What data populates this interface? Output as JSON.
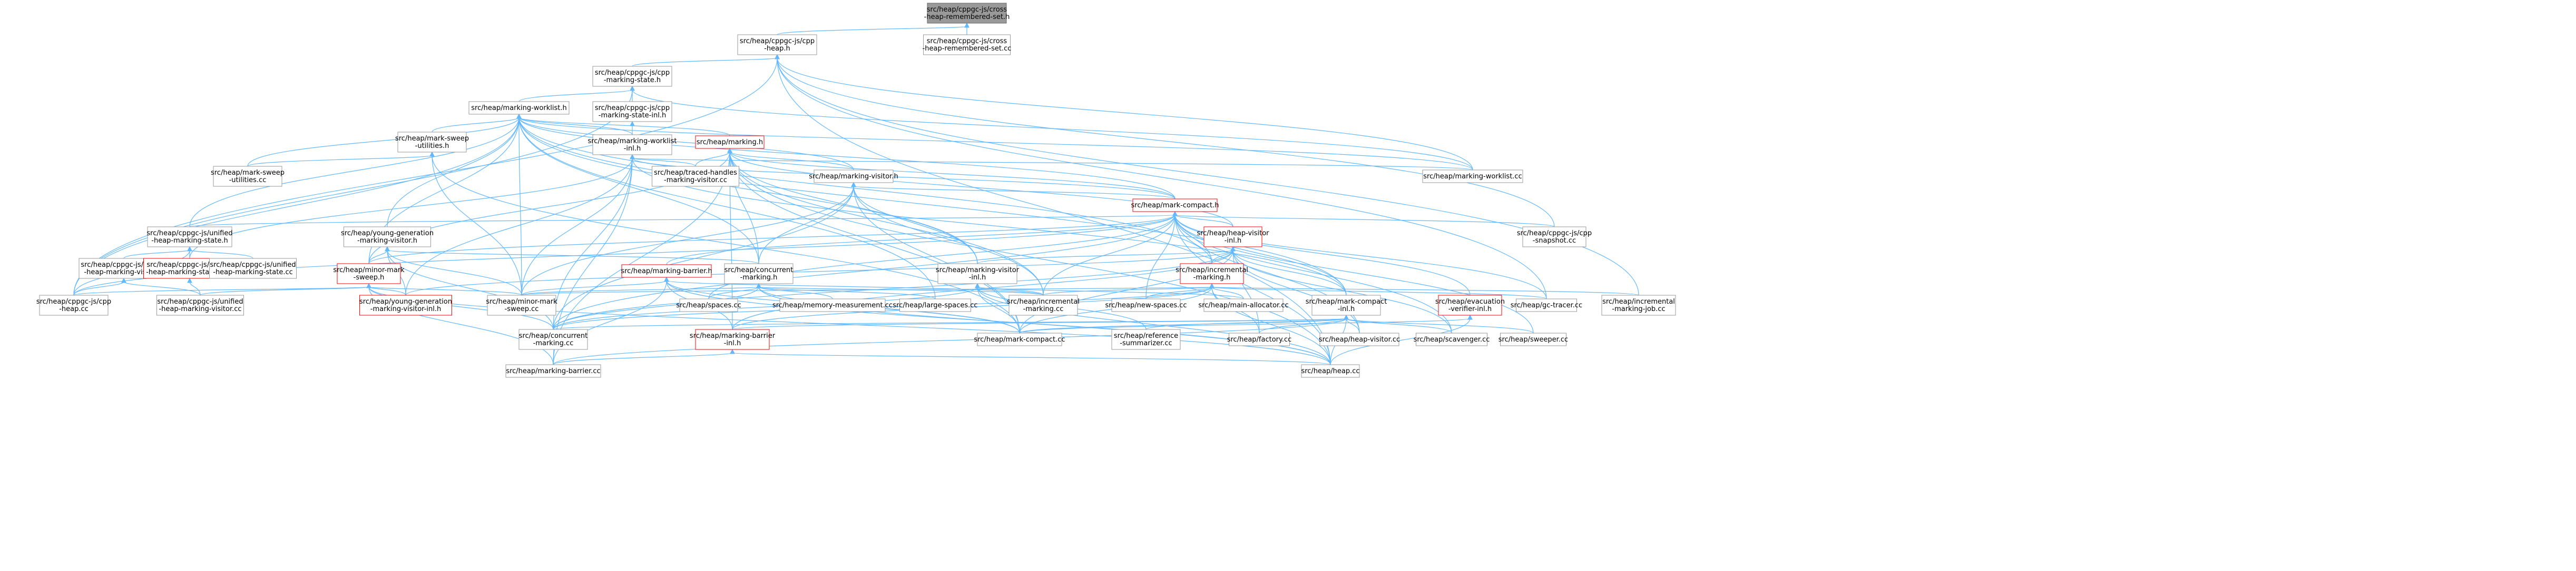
{
  "colors": {
    "background": "#ffffff",
    "node_fill": "#ffffff",
    "node_border": "#999999",
    "root_fill": "#999999",
    "root_border": "#666666",
    "red_border": "#ff0000",
    "edge": "#63b8ff",
    "text": "#000000"
  },
  "graph": {
    "nodes": [
      {
        "id": "root",
        "lines": [
          "src/heap/cppgc-js/cross",
          "-heap-remembered-set.h"
        ],
        "style": "root"
      },
      {
        "id": "cppgcjs_heap_h",
        "lines": [
          "src/heap/cppgc-js/cpp",
          "-heap.h"
        ],
        "style": "normal"
      },
      {
        "id": "remembered_cc",
        "lines": [
          "src/heap/cppgc-js/cross",
          "-heap-remembered-set.cc"
        ],
        "style": "normal"
      },
      {
        "id": "marking_state_h",
        "lines": [
          "src/heap/cppgc-js/cpp",
          "-marking-state.h"
        ],
        "style": "normal"
      },
      {
        "id": "marking_state_inl_h",
        "lines": [
          "src/heap/cppgc-js/cpp",
          "-marking-state-inl.h"
        ],
        "style": "normal"
      },
      {
        "id": "marking_worklist_h",
        "lines": [
          "src/heap/marking-worklist.h"
        ],
        "style": "normal"
      },
      {
        "id": "mark_sweep_util_h",
        "lines": [
          "src/heap/mark-sweep",
          "-utilities.h"
        ],
        "style": "normal"
      },
      {
        "id": "marking_worklist_inl_h",
        "lines": [
          "src/heap/marking-worklist",
          "-inl.h"
        ],
        "style": "normal"
      },
      {
        "id": "marking_h",
        "lines": [
          "src/heap/marking.h"
        ],
        "style": "red"
      },
      {
        "id": "mark_sweep_util_cc",
        "lines": [
          "src/heap/mark-sweep",
          "-utilities.cc"
        ],
        "style": "normal"
      },
      {
        "id": "traced_handles_cc",
        "lines": [
          "src/heap/traced-handles",
          "-marking-visitor.cc"
        ],
        "style": "normal"
      },
      {
        "id": "marking_visitor_h",
        "lines": [
          "src/heap/marking-visitor.h"
        ],
        "style": "normal"
      },
      {
        "id": "marking_worklist_cc",
        "lines": [
          "src/heap/marking-worklist.cc"
        ],
        "style": "normal"
      },
      {
        "id": "mark_compact_h",
        "lines": [
          "src/heap/mark-compact.h"
        ],
        "style": "red"
      },
      {
        "id": "unified_state_h",
        "lines": [
          "src/heap/cppgc-js/unified",
          "-heap-marking-state.h"
        ],
        "style": "normal"
      },
      {
        "id": "young_gen_visitor_h",
        "lines": [
          "src/heap/young-generation",
          "-marking-visitor.h"
        ],
        "style": "normal"
      },
      {
        "id": "heap_visitor_inl_h",
        "lines": [
          "src/heap/heap-visitor",
          "-inl.h"
        ],
        "style": "red"
      },
      {
        "id": "snapshot_cc",
        "lines": [
          "src/heap/cppgc-js/cpp",
          "-snapshot.cc"
        ],
        "style": "normal"
      },
      {
        "id": "unified_visitor_h",
        "lines": [
          "src/heap/cppgc-js/unified",
          "-heap-marking-visitor.h"
        ],
        "style": "normal"
      },
      {
        "id": "unified_state_inl_h",
        "lines": [
          "src/heap/cppgc-js/unified",
          "-heap-marking-state-inl.h"
        ],
        "style": "red"
      },
      {
        "id": "unified_state_cc",
        "lines": [
          "src/heap/cppgc-js/unified",
          "-heap-marking-state.cc"
        ],
        "style": "normal"
      },
      {
        "id": "minor_mark_sweep_h",
        "lines": [
          "src/heap/minor-mark",
          "-sweep.h"
        ],
        "style": "red"
      },
      {
        "id": "marking_barrier_h",
        "lines": [
          "src/heap/marking-barrier.h"
        ],
        "style": "red"
      },
      {
        "id": "concurrent_marking_h",
        "lines": [
          "src/heap/concurrent",
          "-marking.h"
        ],
        "style": "normal"
      },
      {
        "id": "marking_visitor_inl_h",
        "lines": [
          "src/heap/marking-visitor",
          "-inl.h"
        ],
        "style": "normal"
      },
      {
        "id": "incremental_marking_h",
        "lines": [
          "src/heap/incremental",
          "-marking.h"
        ],
        "style": "red"
      },
      {
        "id": "cpp_heap_cc",
        "lines": [
          "src/heap/cppgc-js/cpp",
          "-heap.cc"
        ],
        "style": "normal"
      },
      {
        "id": "unified_visitor_cc",
        "lines": [
          "src/heap/cppgc-js/unified",
          "-heap-marking-visitor.cc"
        ],
        "style": "normal"
      },
      {
        "id": "young_gen_visitor_inl_h",
        "lines": [
          "src/heap/young-generation",
          "-marking-visitor-inl.h"
        ],
        "style": "red"
      },
      {
        "id": "minor_mark_sweep_cc",
        "lines": [
          "src/heap/minor-mark",
          "-sweep.cc"
        ],
        "style": "normal"
      },
      {
        "id": "spaces_cc",
        "lines": [
          "src/heap/spaces.cc"
        ],
        "style": "normal"
      },
      {
        "id": "memory_measurement_cc",
        "lines": [
          "src/heap/memory-measurement.cc"
        ],
        "style": "normal"
      },
      {
        "id": "large_spaces_cc",
        "lines": [
          "src/heap/large-spaces.cc"
        ],
        "style": "normal"
      },
      {
        "id": "incremental_marking_cc",
        "lines": [
          "src/heap/incremental",
          "-marking.cc"
        ],
        "style": "normal"
      },
      {
        "id": "new_spaces_cc",
        "lines": [
          "src/heap/new-spaces.cc"
        ],
        "style": "normal"
      },
      {
        "id": "main_allocator_cc",
        "lines": [
          "src/heap/main-allocator.cc"
        ],
        "style": "normal"
      },
      {
        "id": "gc_tracer_cc",
        "lines": [
          "src/heap/gc-tracer.cc"
        ],
        "style": "normal"
      },
      {
        "id": "incremental_marking_job_cc",
        "lines": [
          "src/heap/incremental",
          "-marking-job.cc"
        ],
        "style": "normal"
      },
      {
        "id": "mark_compact_inl_h",
        "lines": [
          "src/heap/mark-compact",
          "-inl.h"
        ],
        "style": "normal"
      },
      {
        "id": "evacuation_verifier_inl_h",
        "lines": [
          "src/heap/evacuation",
          "-verifier-inl.h"
        ],
        "style": "red"
      },
      {
        "id": "concurrent_marking_cc",
        "lines": [
          "src/heap/concurrent",
          "-marking.cc"
        ],
        "style": "normal"
      },
      {
        "id": "marking_barrier_inl_h",
        "lines": [
          "src/heap/marking-barrier",
          "-inl.h"
        ],
        "style": "red"
      },
      {
        "id": "mark_compact_cc",
        "lines": [
          "src/heap/mark-compact.cc"
        ],
        "style": "normal"
      },
      {
        "id": "reference_summarizer_cc",
        "lines": [
          "src/heap/reference",
          "-summarizer.cc"
        ],
        "style": "normal"
      },
      {
        "id": "factory_cc",
        "lines": [
          "src/heap/factory.cc"
        ],
        "style": "normal"
      },
      {
        "id": "heap_visitor_cc",
        "lines": [
          "src/heap/heap-visitor.cc"
        ],
        "style": "normal"
      },
      {
        "id": "scavenger_cc",
        "lines": [
          "src/heap/scavenger.cc"
        ],
        "style": "normal"
      },
      {
        "id": "sweeper_cc",
        "lines": [
          "src/heap/sweeper.cc"
        ],
        "style": "normal"
      },
      {
        "id": "marking_barrier_cc",
        "lines": [
          "src/heap/marking-barrier.cc"
        ],
        "style": "normal"
      },
      {
        "id": "heap_cc",
        "lines": [
          "src/heap/heap.cc"
        ],
        "style": "normal"
      }
    ],
    "edges": [
      [
        "cppgcjs_heap_h",
        "root"
      ],
      [
        "remembered_cc",
        "root"
      ],
      [
        "marking_state_h",
        "cppgcjs_heap_h"
      ],
      [
        "cpp_heap_cc",
        "cppgcjs_heap_h"
      ],
      [
        "marking_worklist_cc",
        "cppgcjs_heap_h"
      ],
      [
        "snapshot_cc",
        "cppgcjs_heap_h"
      ],
      [
        "gc_tracer_cc",
        "cppgcjs_heap_h"
      ],
      [
        "incremental_marking_job_cc",
        "cppgcjs_heap_h"
      ],
      [
        "heap_cc",
        "cppgcjs_heap_h"
      ],
      [
        "marking_state_inl_h",
        "marking_state_h"
      ],
      [
        "marking_worklist_h",
        "marking_state_h"
      ],
      [
        "cpp_heap_cc",
        "marking_state_h"
      ],
      [
        "marking_worklist_cc",
        "marking_state_h"
      ],
      [
        "marking_worklist_inl_h",
        "marking_state_inl_h"
      ],
      [
        "mark_sweep_util_h",
        "marking_worklist_h"
      ],
      [
        "marking_worklist_inl_h",
        "marking_worklist_h"
      ],
      [
        "marking_h",
        "marking_worklist_h"
      ],
      [
        "mark_sweep_util_cc",
        "marking_worklist_h"
      ],
      [
        "marking_visitor_h",
        "marking_worklist_h"
      ],
      [
        "marking_worklist_cc",
        "marking_worklist_h"
      ],
      [
        "mark_compact_h",
        "marking_worklist_h"
      ],
      [
        "unified_state_h",
        "marking_worklist_h"
      ],
      [
        "young_gen_visitor_h",
        "marking_worklist_h"
      ],
      [
        "minor_mark_sweep_h",
        "marking_worklist_h"
      ],
      [
        "concurrent_marking_h",
        "marking_worklist_h"
      ],
      [
        "marking_visitor_inl_h",
        "marking_worklist_h"
      ],
      [
        "cpp_heap_cc",
        "marking_worklist_h"
      ],
      [
        "minor_mark_sweep_cc",
        "marking_worklist_h"
      ],
      [
        "incremental_marking_h",
        "marking_worklist_h"
      ],
      [
        "mark_compact_inl_h",
        "marking_worklist_h"
      ],
      [
        "large_spaces_cc",
        "marking_worklist_h"
      ],
      [
        "mark_sweep_util_cc",
        "mark_sweep_util_h"
      ],
      [
        "minor_mark_sweep_cc",
        "mark_sweep_util_h"
      ],
      [
        "mark_compact_cc",
        "mark_sweep_util_h"
      ],
      [
        "traced_handles_cc",
        "marking_worklist_inl_h"
      ],
      [
        "marking_worklist_cc",
        "marking_worklist_inl_h"
      ],
      [
        "mark_compact_h",
        "marking_worklist_inl_h"
      ],
      [
        "unified_state_inl_h",
        "marking_worklist_inl_h"
      ],
      [
        "young_gen_visitor_inl_h",
        "marking_worklist_inl_h"
      ],
      [
        "minor_mark_sweep_cc",
        "marking_worklist_inl_h"
      ],
      [
        "concurrent_marking_cc",
        "marking_worklist_inl_h"
      ],
      [
        "mark_compact_inl_h",
        "marking_worklist_inl_h"
      ],
      [
        "marking_barrier_cc",
        "marking_worklist_inl_h"
      ],
      [
        "marking_visitor_h",
        "marking_h"
      ],
      [
        "traced_handles_cc",
        "marking_h"
      ],
      [
        "mark_compact_h",
        "marking_h"
      ],
      [
        "heap_visitor_inl_h",
        "marking_h"
      ],
      [
        "concurrent_marking_h",
        "marking_h"
      ],
      [
        "marking_visitor_inl_h",
        "marking_h"
      ],
      [
        "incremental_marking_cc",
        "marking_h"
      ],
      [
        "mark_compact_cc",
        "marking_h"
      ],
      [
        "marking_barrier_inl_h",
        "marking_h"
      ],
      [
        "minor_mark_sweep_h",
        "marking_h"
      ],
      [
        "marking_barrier_cc",
        "marking_h"
      ],
      [
        "heap_cc",
        "marking_h"
      ],
      [
        "marking_visitor_inl_h",
        "marking_visitor_h"
      ],
      [
        "mark_compact_h",
        "marking_visitor_h"
      ],
      [
        "concurrent_marking_h",
        "marking_visitor_h"
      ],
      [
        "incremental_marking_cc",
        "marking_visitor_h"
      ],
      [
        "concurrent_marking_cc",
        "marking_visitor_h"
      ],
      [
        "minor_mark_sweep_cc",
        "marking_visitor_h"
      ],
      [
        "mark_compact_cc",
        "marking_visitor_h"
      ],
      [
        "unified_state_h",
        "mark_compact_h"
      ],
      [
        "heap_visitor_inl_h",
        "mark_compact_h"
      ],
      [
        "snapshot_cc",
        "mark_compact_h"
      ],
      [
        "incremental_marking_h",
        "mark_compact_h"
      ],
      [
        "marking_barrier_h",
        "mark_compact_h"
      ],
      [
        "concurrent_marking_cc",
        "mark_compact_h"
      ],
      [
        "mark_compact_inl_h",
        "mark_compact_h"
      ],
      [
        "incremental_marking_cc",
        "mark_compact_h"
      ],
      [
        "new_spaces_cc",
        "mark_compact_h"
      ],
      [
        "gc_tracer_cc",
        "mark_compact_h"
      ],
      [
        "evacuation_verifier_inl_h",
        "mark_compact_h"
      ],
      [
        "heap_visitor_cc",
        "mark_compact_h"
      ],
      [
        "scavenger_cc",
        "mark_compact_h"
      ],
      [
        "sweeper_cc",
        "mark_compact_h"
      ],
      [
        "spaces_cc",
        "mark_compact_h"
      ],
      [
        "heap_cc",
        "mark_compact_h"
      ],
      [
        "cpp_heap_cc",
        "mark_compact_h"
      ],
      [
        "minor_mark_sweep_h",
        "mark_compact_h"
      ],
      [
        "unified_visitor_h",
        "unified_state_h"
      ],
      [
        "unified_state_inl_h",
        "unified_state_h"
      ],
      [
        "unified_state_cc",
        "unified_state_h"
      ],
      [
        "cpp_heap_cc",
        "unified_state_h"
      ],
      [
        "unified_visitor_cc",
        "unified_visitor_h"
      ],
      [
        "cpp_heap_cc",
        "unified_visitor_h"
      ],
      [
        "unified_visitor_cc",
        "unified_state_inl_h"
      ],
      [
        "minor_mark_sweep_h",
        "young_gen_visitor_h"
      ],
      [
        "young_gen_visitor_inl_h",
        "young_gen_visitor_h"
      ],
      [
        "concurrent_marking_cc",
        "young_gen_visitor_h"
      ],
      [
        "minor_mark_sweep_cc",
        "young_gen_visitor_h"
      ],
      [
        "concurrent_marking_h",
        "young_gen_visitor_h"
      ],
      [
        "cpp_heap_cc",
        "minor_mark_sweep_h"
      ],
      [
        "unified_visitor_cc",
        "minor_mark_sweep_h"
      ],
      [
        "young_gen_visitor_inl_h",
        "minor_mark_sweep_h"
      ],
      [
        "minor_mark_sweep_cc",
        "minor_mark_sweep_h"
      ],
      [
        "concurrent_marking_cc",
        "minor_mark_sweep_h"
      ],
      [
        "heap_cc",
        "minor_mark_sweep_h"
      ],
      [
        "marking_barrier_cc",
        "minor_mark_sweep_h"
      ],
      [
        "marking_barrier_inl_h",
        "marking_barrier_h"
      ],
      [
        "minor_mark_sweep_cc",
        "marking_barrier_h"
      ],
      [
        "incremental_marking_cc",
        "marking_barrier_h"
      ],
      [
        "mark_compact_cc",
        "marking_barrier_h"
      ],
      [
        "marking_barrier_cc",
        "marking_barrier_h"
      ],
      [
        "heap_cc",
        "marking_barrier_h"
      ],
      [
        "spaces_cc",
        "concurrent_marking_h"
      ],
      [
        "memory_measurement_cc",
        "concurrent_marking_h"
      ],
      [
        "large_spaces_cc",
        "concurrent_marking_h"
      ],
      [
        "incremental_marking_cc",
        "concurrent_marking_h"
      ],
      [
        "concurrent_marking_cc",
        "concurrent_marking_h"
      ],
      [
        "mark_compact_cc",
        "concurrent_marking_h"
      ],
      [
        "heap_cc",
        "concurrent_marking_h"
      ],
      [
        "minor_mark_sweep_cc",
        "concurrent_marking_h"
      ],
      [
        "concurrent_marking_cc",
        "marking_visitor_inl_h"
      ],
      [
        "mark_compact_cc",
        "marking_visitor_inl_h"
      ],
      [
        "incremental_marking_cc",
        "marking_visitor_inl_h"
      ],
      [
        "reference_summarizer_cc",
        "marking_visitor_inl_h"
      ],
      [
        "main_allocator_cc",
        "marking_visitor_inl_h"
      ],
      [
        "heap_cc",
        "marking_visitor_inl_h"
      ],
      [
        "marking_visitor_inl_h",
        "heap_visitor_inl_h"
      ],
      [
        "incremental_marking_h",
        "heap_visitor_inl_h"
      ],
      [
        "young_gen_visitor_inl_h",
        "heap_visitor_inl_h"
      ],
      [
        "mark_compact_inl_h",
        "heap_visitor_inl_h"
      ],
      [
        "concurrent_marking_cc",
        "heap_visitor_inl_h"
      ],
      [
        "heap_visitor_cc",
        "heap_visitor_inl_h"
      ],
      [
        "scavenger_cc",
        "heap_visitor_inl_h"
      ],
      [
        "mark_compact_cc",
        "heap_visitor_inl_h"
      ],
      [
        "factory_cc",
        "heap_visitor_inl_h"
      ],
      [
        "marking_barrier_inl_h",
        "heap_visitor_inl_h"
      ],
      [
        "minor_mark_sweep_cc",
        "incremental_marking_h"
      ],
      [
        "incremental_marking_cc",
        "incremental_marking_h"
      ],
      [
        "new_spaces_cc",
        "incremental_marking_h"
      ],
      [
        "main_allocator_cc",
        "incremental_marking_h"
      ],
      [
        "gc_tracer_cc",
        "incremental_marking_h"
      ],
      [
        "incremental_marking_job_cc",
        "incremental_marking_h"
      ],
      [
        "marking_barrier_inl_h",
        "incremental_marking_h"
      ],
      [
        "mark_compact_cc",
        "incremental_marking_h"
      ],
      [
        "concurrent_marking_cc",
        "incremental_marking_h"
      ],
      [
        "factory_cc",
        "incremental_marking_h"
      ],
      [
        "heap_cc",
        "incremental_marking_h"
      ],
      [
        "concurrent_marking_cc",
        "mark_compact_inl_h"
      ],
      [
        "marking_barrier_inl_h",
        "mark_compact_inl_h"
      ],
      [
        "mark_compact_cc",
        "mark_compact_inl_h"
      ],
      [
        "reference_summarizer_cc",
        "mark_compact_inl_h"
      ],
      [
        "factory_cc",
        "mark_compact_inl_h"
      ],
      [
        "heap_visitor_cc",
        "mark_compact_inl_h"
      ],
      [
        "scavenger_cc",
        "mark_compact_inl_h"
      ],
      [
        "sweeper_cc",
        "mark_compact_inl_h"
      ],
      [
        "heap_cc",
        "mark_compact_inl_h"
      ],
      [
        "marking_barrier_cc",
        "mark_compact_inl_h"
      ],
      [
        "mark_compact_cc",
        "evacuation_verifier_inl_h"
      ],
      [
        "heap_cc",
        "evacuation_verifier_inl_h"
      ],
      [
        "marking_barrier_cc",
        "marking_barrier_inl_h"
      ],
      [
        "heap_cc",
        "marking_barrier_inl_h"
      ]
    ]
  }
}
